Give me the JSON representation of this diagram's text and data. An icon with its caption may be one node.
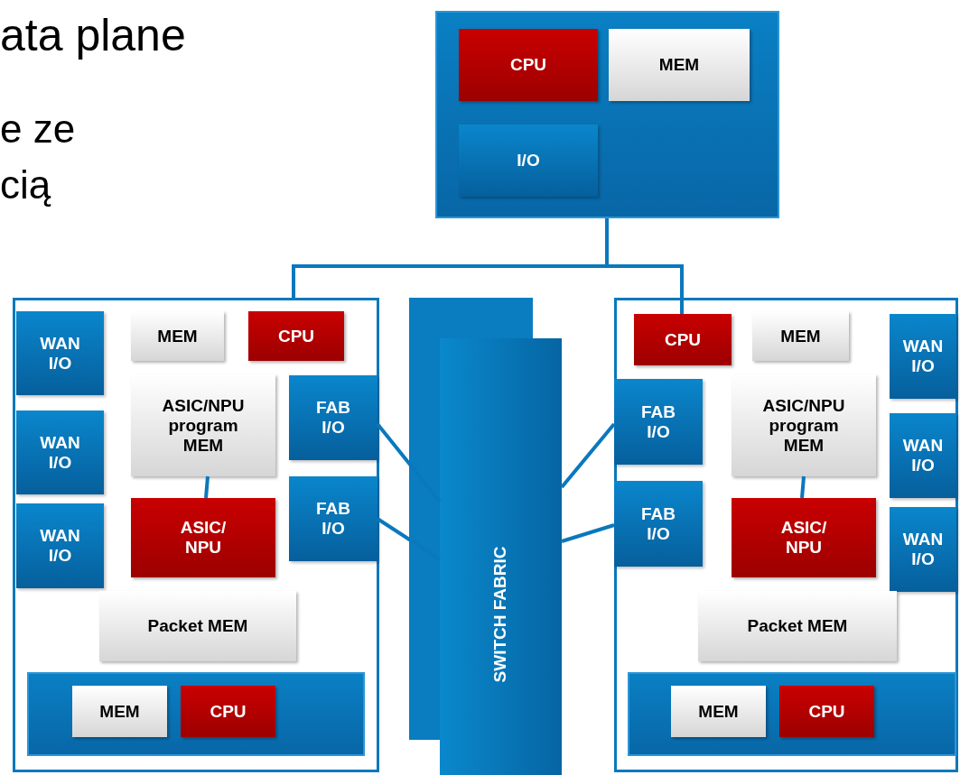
{
  "diagram": {
    "nodes": [
      {
        "text": [],
        "shape": "box"
      },
      {
        "text": [
          "CPU"
        ],
        "in": 0
      },
      {
        "text": [
          "MEM"
        ],
        "in": 0
      },
      {
        "text": [
          "I/O"
        ],
        "in": 0
      },
      {
        "text": [],
        "shape": "box"
      },
      {
        "text": [
          "WAN I/O"
        ],
        "in": 4
      },
      {
        "text": [
          "MEM"
        ],
        "in": 4
      },
      {
        "text": [
          "CPU"
        ],
        "in": 4
      },
      {
        "text": [
          "WAN I/O"
        ],
        "in": 4
      },
      {
        "text": [
          "ASIC/NPU program MEM"
        ],
        "in": 4
      },
      {
        "text": [
          "FAB I/O"
        ],
        "in": 4
      },
      {
        "text": [
          "FAB I/O"
        ],
        "in": 4
      },
      {
        "text": [
          "WAN I/O"
        ],
        "in": 4
      },
      {
        "text": [
          "ASIC/ NPU"
        ],
        "in": 4
      },
      {
        "text": [
          "Packet MEM"
        ],
        "in": 4
      },
      {
        "text": [],
        "shape": "box",
        "in": 4
      },
      {
        "text": [
          "MEM"
        ],
        "in": 15
      },
      {
        "text": [
          "CPU"
        ],
        "in": 15
      },
      {
        "text": [
          "SWITCH FABRIC"
        ]
      },
      {
        "text": [],
        "shape": "box"
      },
      {
        "text": [
          "CPU"
        ],
        "in": 19
      },
      {
        "text": [
          "MEM"
        ],
        "in": 19
      },
      {
        "text": [
          "WAN I/O"
        ],
        "in": 19
      },
      {
        "text": [
          "FAB I/O"
        ],
        "in": 19
      },
      {
        "text": [
          "ASIC/NPU program MEM"
        ],
        "in": 19
      },
      {
        "text": [
          "WAN I/O"
        ],
        "in": 19
      },
      {
        "text": [
          "FAB I/O"
        ],
        "in": 19
      },
      {
        "text": [
          "ASIC/ NPU"
        ],
        "in": 19
      },
      {
        "text": [
          "WAN I/O"
        ],
        "in": 19
      },
      {
        "text": [
          "Packet MEM"
        ],
        "in": 19
      },
      {
        "text": [],
        "shape": "box",
        "in": 19
      },
      {
        "text": [
          "MEM"
        ],
        "in": 30
      },
      {
        "text": [
          "CPU"
        ],
        "in": 30
      }
    ],
    "edges": [
      {
        "from": 0,
        "to": 4,
        "arrow": "none"
      },
      {
        "from": 0,
        "to": 20,
        "arrow": "none"
      },
      {
        "from": 9,
        "to": 13,
        "arrow": "none"
      },
      {
        "from": 10,
        "to": 18,
        "arrow": "none"
      },
      {
        "from": 11,
        "to": 18,
        "arrow": "none"
      },
      {
        "from": 24,
        "to": 27,
        "arrow": "none"
      },
      {
        "from": 23,
        "to": 18,
        "arrow": "none"
      },
      {
        "from": 26,
        "to": 18,
        "arrow": "none"
      }
    ],
    "labels": [
      "ata plane",
      "e ze",
      "cią"
    ]
  }
}
